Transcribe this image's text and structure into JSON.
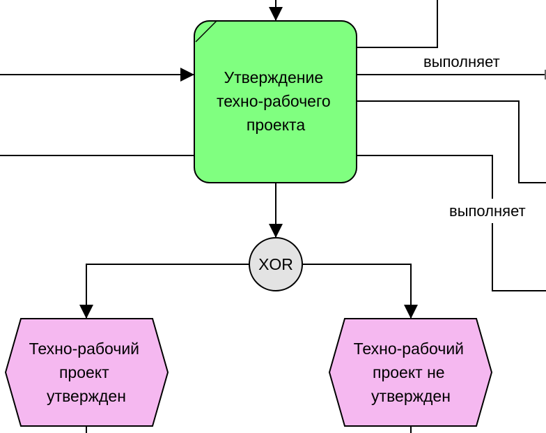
{
  "diagram": {
    "type": "EPC process fragment",
    "colors": {
      "function_fill": "#80FF80",
      "event_fill": "#F5B8F0",
      "connector_fill": "#E3E3E3",
      "line": "#000000"
    },
    "function": {
      "lines": [
        "Утверждение",
        "техно-рабочего",
        "проекта"
      ]
    },
    "connector": {
      "label": "XOR"
    },
    "events": [
      {
        "id": "approved",
        "lines": [
          "Техно-рабочий",
          "проект",
          "утвержден"
        ]
      },
      {
        "id": "not-approved",
        "lines": [
          "Техно-рабочий",
          "проект не",
          "утвержден"
        ]
      }
    ],
    "edge_labels": [
      "выполняет",
      "выполняет"
    ]
  }
}
